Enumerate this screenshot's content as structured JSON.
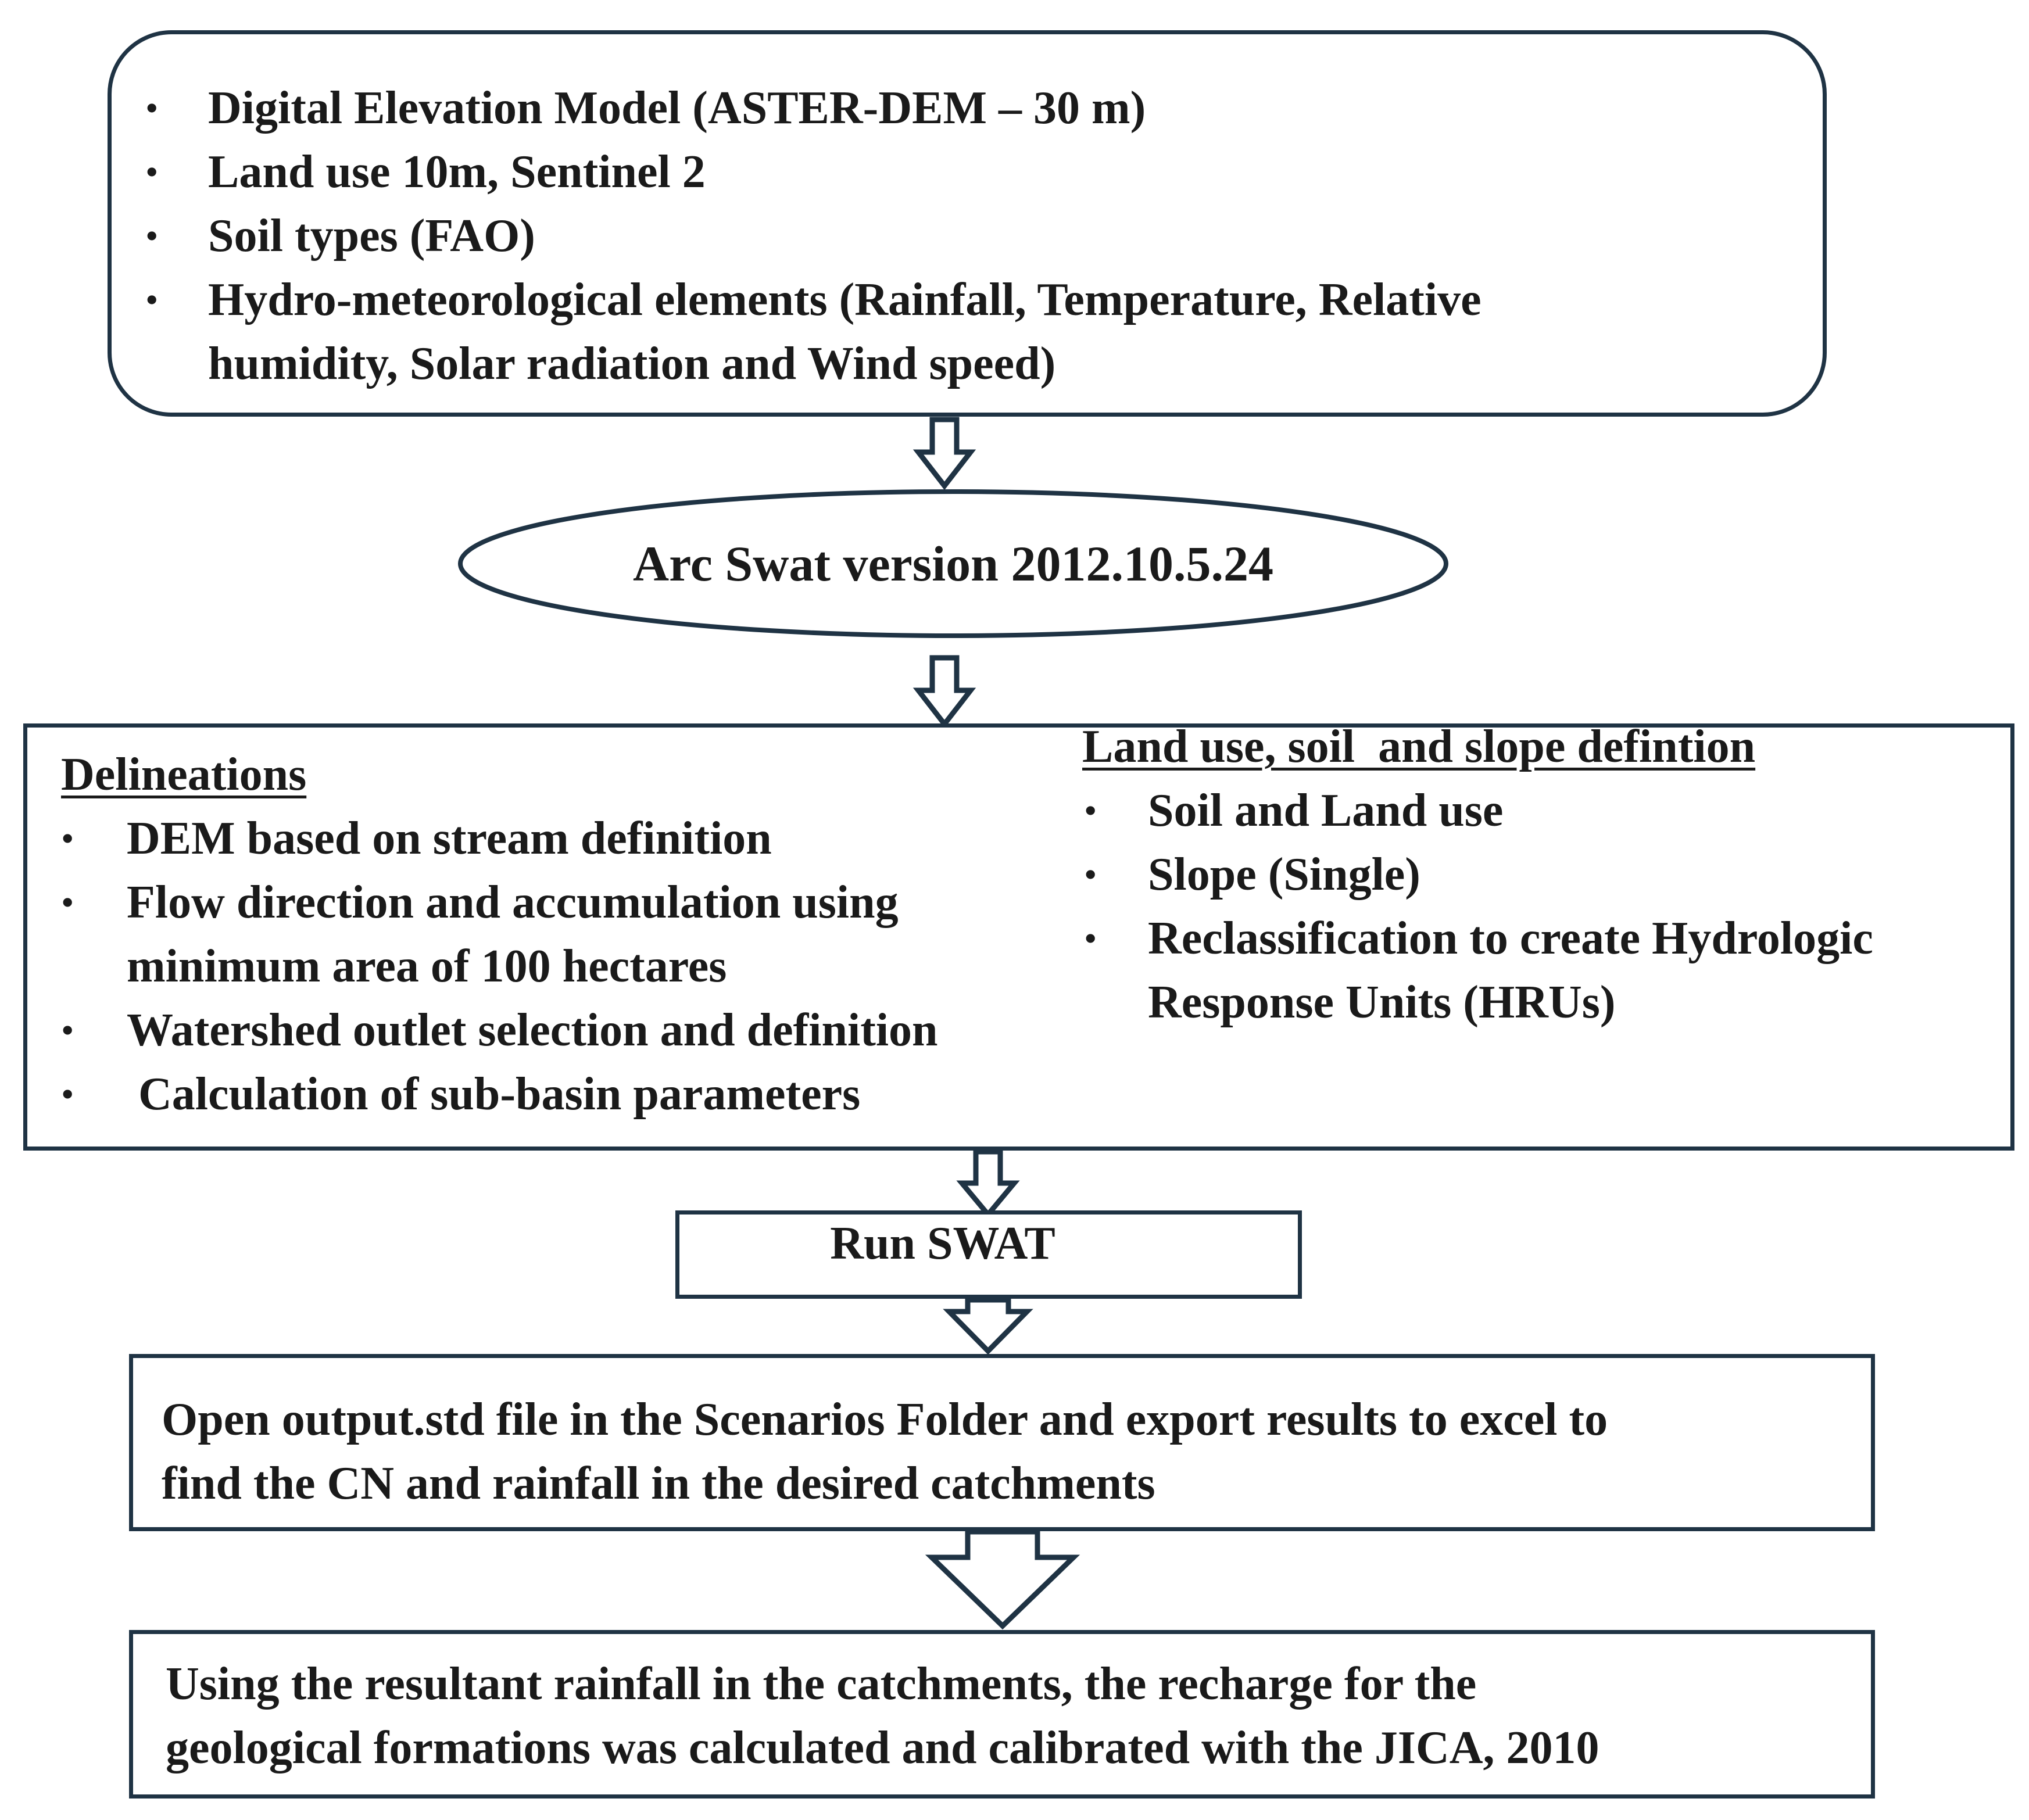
{
  "inputs": {
    "items": [
      "Digital Elevation Model (ASTER-DEM – 30 m)",
      "Land use 10m, Sentinel 2",
      "Soil types (FAO)",
      "Hydro-meteorological elements (Rainfall, Temperature, Relative",
      "humidity, Solar radiation and Wind speed)"
    ]
  },
  "tool": {
    "label": "Arc Swat version 2012.10.5.24"
  },
  "delineation": {
    "heading": "Delineations",
    "items": [
      "DEM based on stream definition",
      "Flow direction and accumulation using",
      "minimum  area of 100 hectares",
      "Watershed outlet selection and definition",
      " Calculation of sub-basin parameters"
    ]
  },
  "landuse": {
    "heading": "Land use, soil  and slope defintion",
    "items": [
      "Soil and Land use",
      "Slope (Single)",
      "Reclassification to create Hydrologic",
      "Response Units (HRUs)"
    ]
  },
  "run": {
    "label": "Run SWAT"
  },
  "output": {
    "line1": "Open output.std file in the Scenarios Folder and export results to excel to",
    "line2": "find the CN and rainfall in the desired catchments"
  },
  "recharge": {
    "line1": "Using the resultant rainfall in the catchments, the recharge for the",
    "line2": "geological formations was calculated and calibrated with the JICA, 2010"
  },
  "bullet": "•",
  "colors": {
    "border": "#1f3344",
    "text": "#1a1a1a",
    "background": "#ffffff"
  }
}
